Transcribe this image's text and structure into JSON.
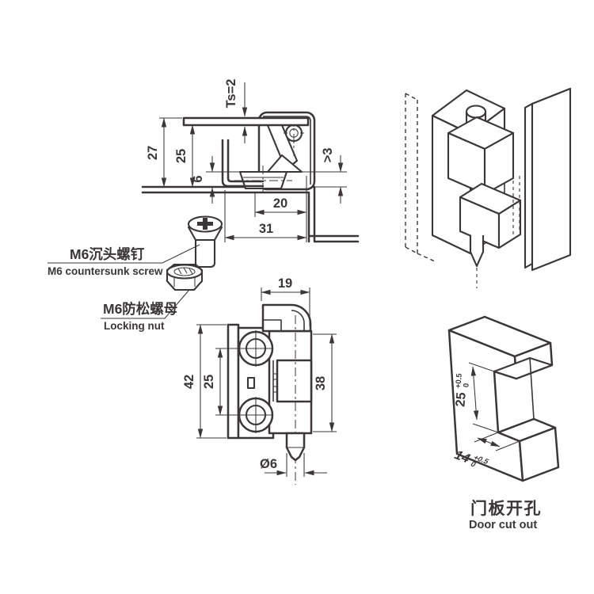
{
  "colors": {
    "line": "#3a3736",
    "bg": "#ffffff"
  },
  "side_view": {
    "thickness": "Ts=2",
    "h27": "27",
    "h25": "25",
    "h6": "6",
    "gap": ">3",
    "w20": "20",
    "w31": "31"
  },
  "hardware": {
    "screw_label_cn": "M6沉头螺钉",
    "screw_label_en": "M6 countersunk screw",
    "nut_label_cn": "M6防松螺母",
    "nut_label_en": "Locking nut"
  },
  "front_view": {
    "w19": "19",
    "h42": "42",
    "h25": "25",
    "h38": "38",
    "pin": "Ø6"
  },
  "cutout_view": {
    "h": "25",
    "h_tol_up": "+0.5",
    "h_tol_dn": "0",
    "w": "14",
    "w_tol_up": "+0.5",
    "w_tol_dn": "0",
    "label_cn": "门板开孔",
    "label_en": "Door cut out"
  }
}
